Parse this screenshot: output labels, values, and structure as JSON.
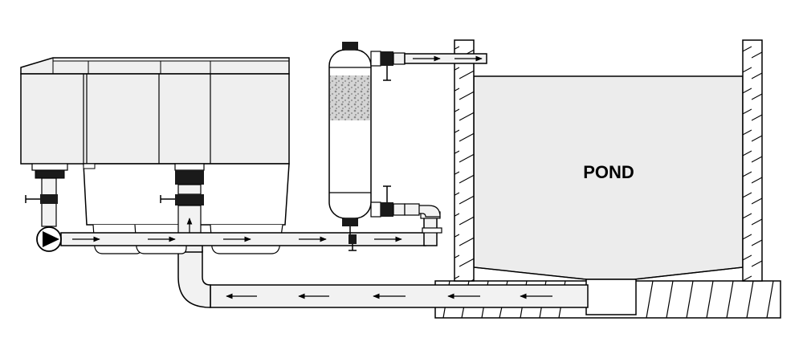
{
  "diagram": {
    "pond_label": "POND",
    "colors": {
      "stroke": "#000000",
      "filter_box": "#efefef",
      "pipe": "#f2f2f2",
      "pond_water": "#ececec",
      "media": "#cfcfcf",
      "fitting_dark": "#1a1a1a"
    },
    "flow_direction": [
      "bottom-drain-to-filter",
      "filter-to-pump",
      "pump-to-uv-clarifier",
      "uv-clarifier-to-pond"
    ]
  }
}
